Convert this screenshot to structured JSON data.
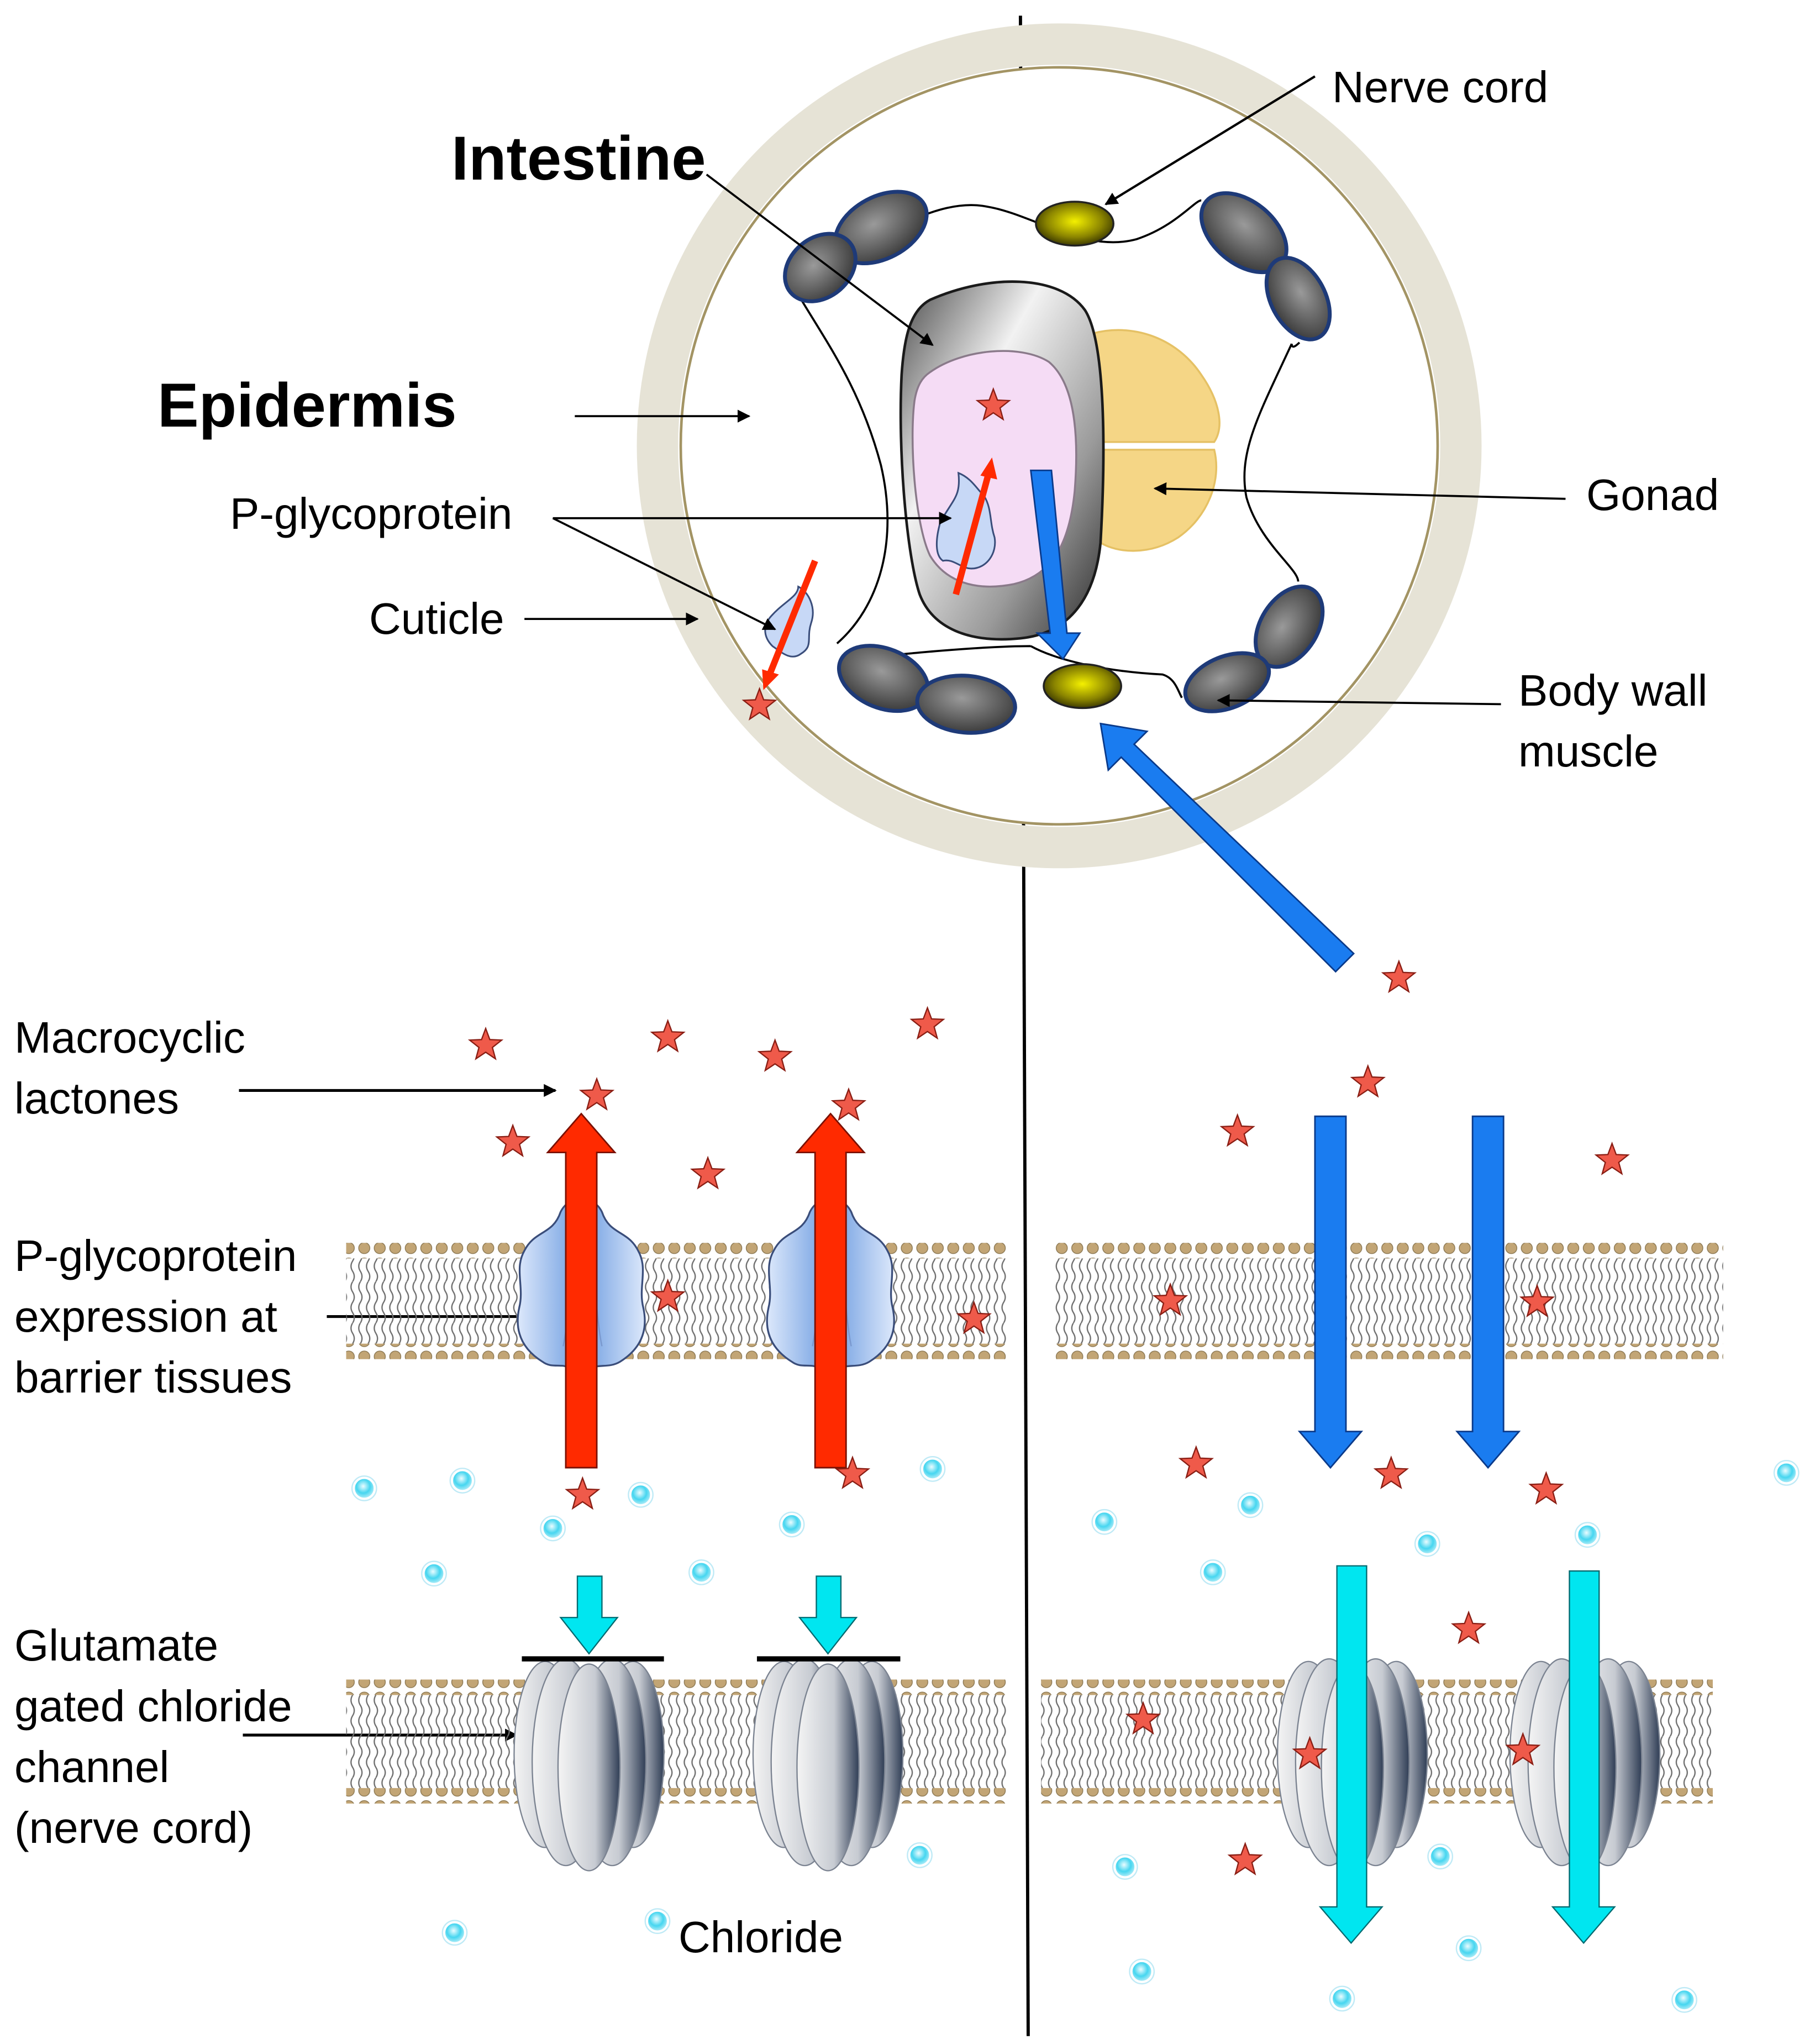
{
  "labels": {
    "intestine": "Intestine",
    "epidermis": "Epidermis",
    "nerve_cord": "Nerve cord",
    "gonad": "Gonad",
    "body_wall_muscle": "Body wall\nmuscle",
    "p_glycoprotein": "P-glycoprotein",
    "cuticle": "Cuticle",
    "macrocyclic_lactones": "Macrocyclic\nlactones",
    "pgp_expression": "P-glycoprotein\nexpression at\nbarrier tissues",
    "glutamate_channel": "Glutamate\ngated chloride\nchannel\n(nerve cord)",
    "chloride": "Chloride"
  },
  "colors": {
    "efflux_arrow": "#ff2a00",
    "influx_arrow": "#1a7cf0",
    "chloride_arrow": "#00e6f0",
    "drug_star": "#ef5a4a",
    "chloride_ion": "#46d6f0",
    "cuticle_ring": "#e6e3d6",
    "muscle": "#3a3a3a",
    "muscle_outline": "#1e3a78",
    "nerve_cord": "#e8e000",
    "intestine_lumen": "#f5dcf5",
    "gonad": "#f4d27a",
    "pgp": "#a9c4f2",
    "lipid_head": "#c2a575"
  },
  "icons": {
    "drug": "star-icon",
    "ion": "dot-icon",
    "transporter": "p-glycoprotein-icon",
    "channel": "chloride-channel-icon"
  }
}
